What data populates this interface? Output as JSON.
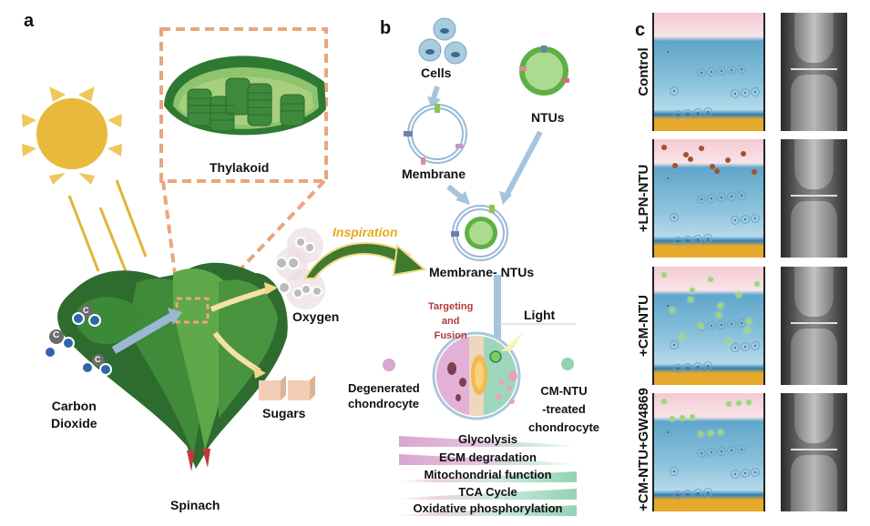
{
  "panel_a": {
    "letter": "a",
    "thylakoid_label": "Thylakoid",
    "oxygen_label": "Oxygen",
    "carbon_dioxide_label": [
      "Carbon",
      "Dioxide"
    ],
    "sugars_label": "Sugars",
    "spinach_label": "Spinach",
    "inspiration_label": "Inspiration",
    "co2_atom_symbol": "C"
  },
  "panel_b": {
    "letter": "b",
    "cells_label": "Cells",
    "ntus_label": "NTUs",
    "membrane_label": "Membrane",
    "membrane_ntus_label": "Membrane- NTUs",
    "targeting_label": [
      "Targeting",
      "and",
      "Fusion"
    ],
    "light_label": "Light",
    "degenerated_label": [
      "Degenerated",
      "chondrocyte"
    ],
    "treated_label": [
      "CM-NTU",
      "-treated",
      "chondrocyte"
    ],
    "pathways": [
      {
        "label": "Glycolysis",
        "trend": "decrease"
      },
      {
        "label": "ECM degradation",
        "trend": "decrease"
      },
      {
        "label": "Mitochondrial function",
        "trend": "increase"
      },
      {
        "label": "TCA Cycle",
        "trend": "increase"
      },
      {
        "label": "Oxidative phosphorylation",
        "trend": "increase"
      }
    ]
  },
  "panel_c": {
    "letter": "c",
    "groups": [
      {
        "label": "Control"
      },
      {
        "label": "+LPN-NTU"
      },
      {
        "label": "+CM-NTU"
      },
      {
        "label": "+CM-NTU+GW4869"
      }
    ]
  },
  "colors": {
    "sun": "#E8B93A",
    "dashed_box": "#EBA57E",
    "leaf_dark": "#2E6B2E",
    "leaf_light": "#5FA84A",
    "inspiration_text": "#E6A821",
    "targeting_text": "#B23A3A",
    "degenerated_dot": "#D8A6CF",
    "treated_dot": "#93D3B4",
    "cartilage_pink": "#F4C9D3",
    "cartilage_blue": "#7EB9D6",
    "bone_yellow": "#E7A92B"
  }
}
